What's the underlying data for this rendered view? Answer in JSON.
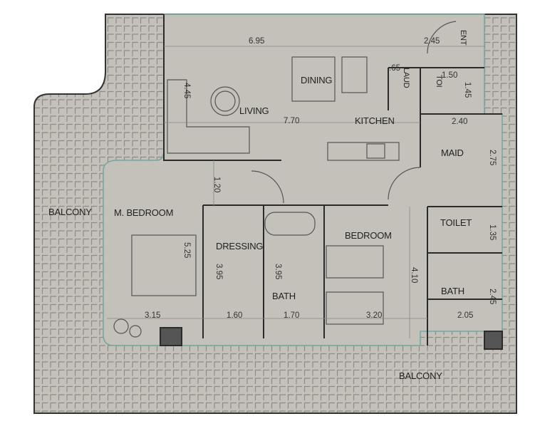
{
  "rooms": {
    "balcony_left": "BALCONY",
    "balcony_bottom": "BALCONY",
    "master_bedroom": "M. BEDROOM",
    "dressing": "DRESSING",
    "bath_master": "BATH",
    "bedroom": "BEDROOM",
    "living": "LIVING",
    "dining": "DINING",
    "kitchen": "KITCHEN",
    "maid": "MAID",
    "toilet": "TOILET",
    "bath_second": "BATH",
    "laundry": "LAUD",
    "toilet_small": "TOI",
    "entrance": "ENT"
  },
  "dimensions": {
    "d695": "6.95",
    "d245_top": "2.45",
    "d065": ".65",
    "d150": "1.50",
    "d145": "1.45",
    "d445": "4.45",
    "d770": "7.70",
    "d240": "2.40",
    "d275": "2.75",
    "d120": "1.20",
    "d525": "5.25",
    "d395_a": "3.95",
    "d395_b": "3.95",
    "d410": "4.10",
    "d135": "1.35",
    "d245_bath": "2.45",
    "d315": "3.15",
    "d160": "1.60",
    "d170": "1.70",
    "d320": "3.20",
    "d205": "2.05"
  },
  "colors": {
    "floor": "#c4c0ba",
    "tile_line": "#8f8b86",
    "wall": "#2b2b2b",
    "glass": "#6fa8a0"
  }
}
